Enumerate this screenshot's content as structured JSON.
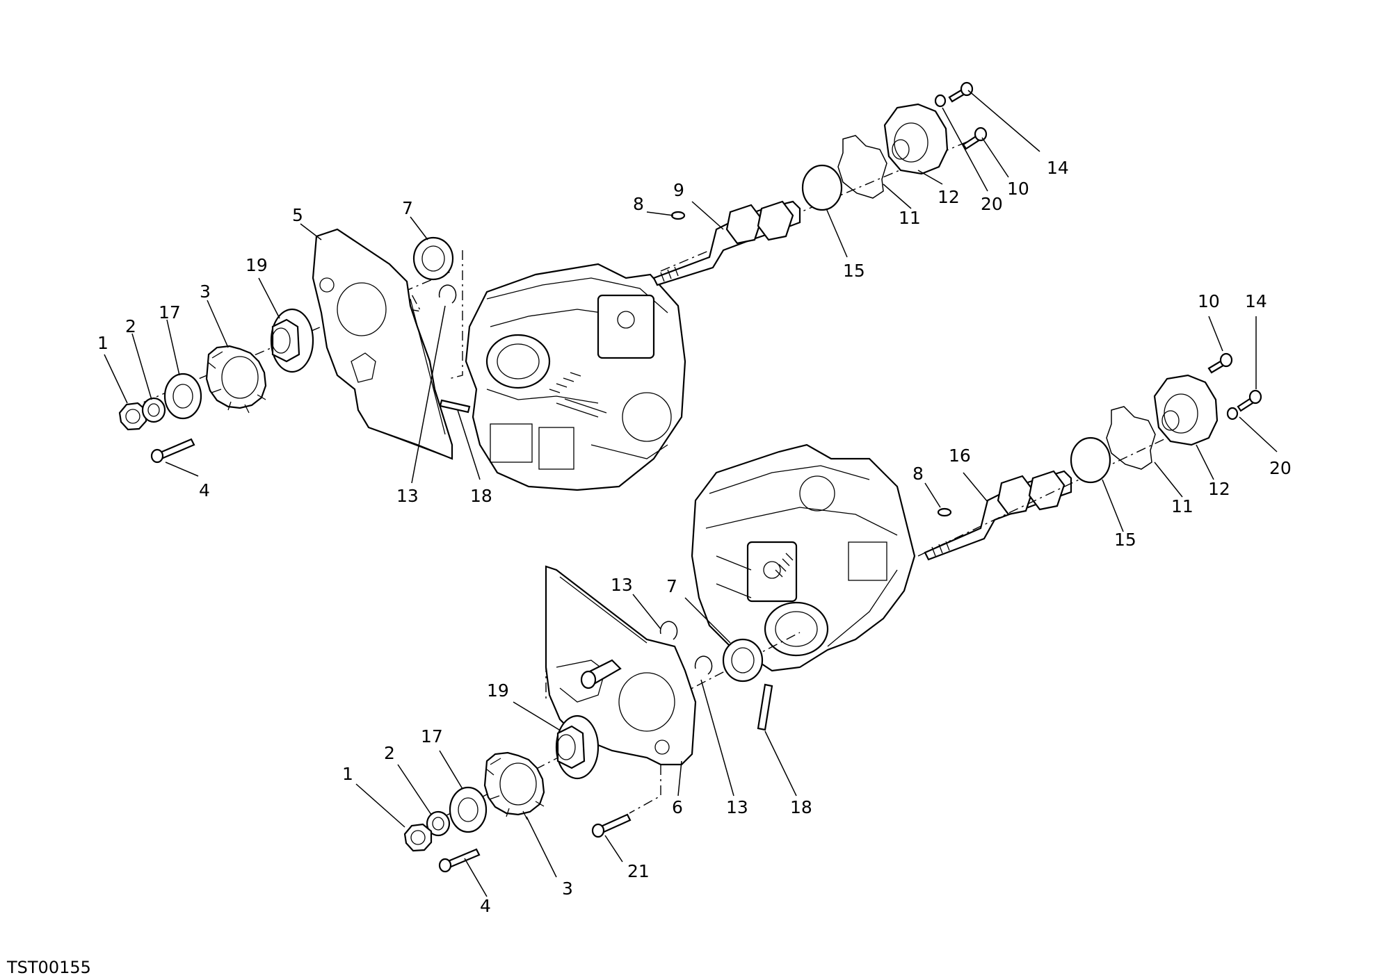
{
  "diagram": {
    "code_label": "TST00155",
    "colors": {
      "line": "#000000",
      "background": "#ffffff"
    },
    "upper_callouts": [
      "1",
      "2",
      "17",
      "3",
      "19",
      "5",
      "7",
      "13",
      "18",
      "4",
      "8",
      "9",
      "15",
      "11",
      "12",
      "20",
      "10",
      "14"
    ],
    "right_callouts": [
      "10",
      "14",
      "20",
      "12",
      "11",
      "15",
      "16",
      "8"
    ],
    "lower_callouts": [
      "13",
      "7",
      "19",
      "17",
      "2",
      "1",
      "3",
      "4",
      "21",
      "6",
      "13",
      "18"
    ]
  }
}
